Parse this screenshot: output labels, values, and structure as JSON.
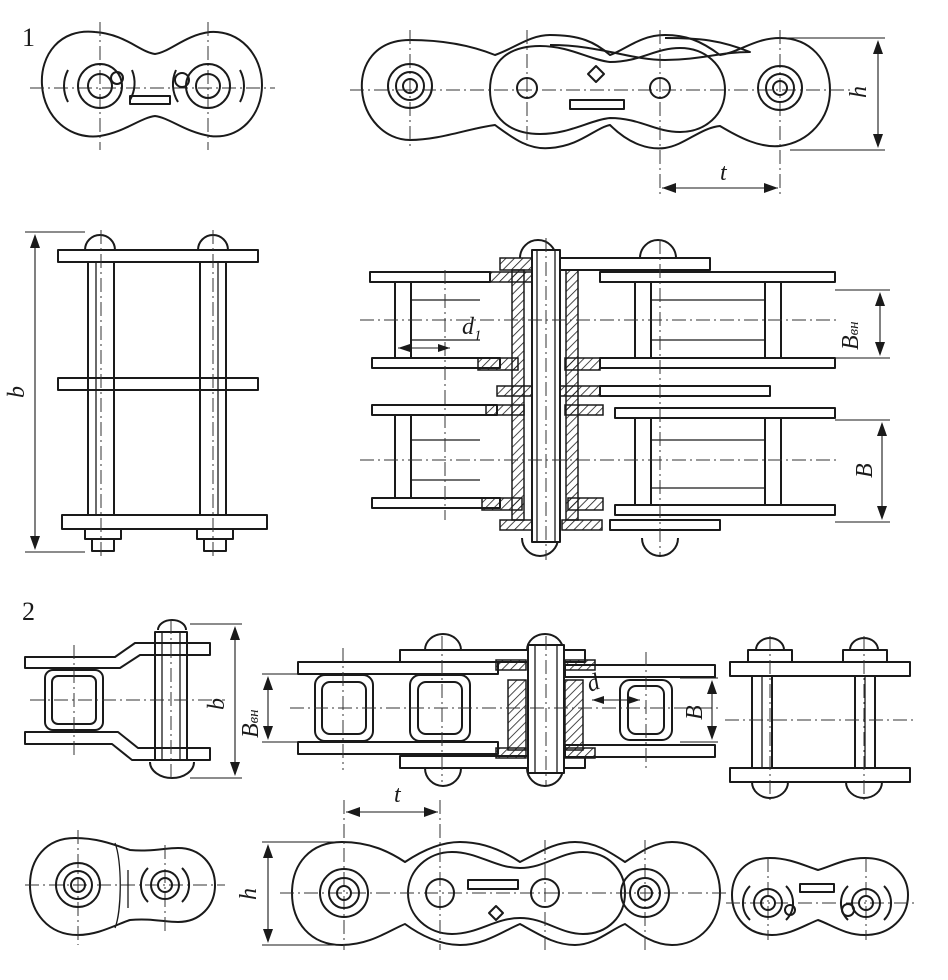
{
  "figure_numbers": {
    "fig1": "1",
    "fig2": "2"
  },
  "labels": {
    "h_top": "h",
    "t_top": "t",
    "b_left": "b",
    "d1": "d",
    "d1_sub": "1",
    "bvn_top": "B",
    "bvn_top_sub": "вн",
    "b_right": "B",
    "b_mid": "b",
    "bvn_mid": "B",
    "bvn_mid_sub": "вн",
    "d_mid": "d",
    "b_mid_right": "B",
    "t_bottom": "t",
    "h_bottom": "h"
  }
}
